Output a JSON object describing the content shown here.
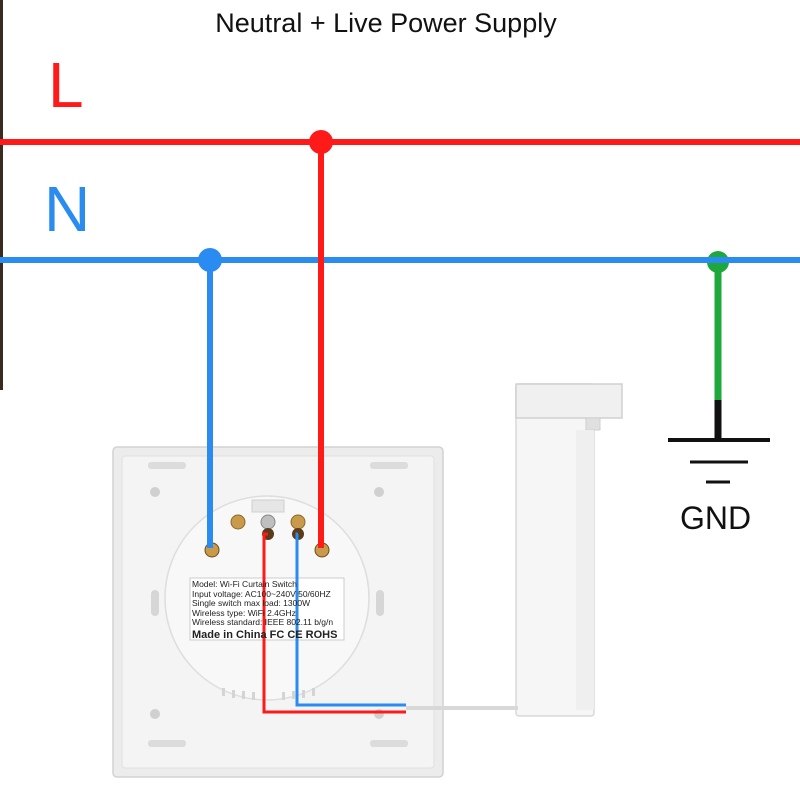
{
  "title": "Neutral + Live Power Supply",
  "labels": {
    "live": "L",
    "neutral": "N",
    "ground": "GND"
  },
  "colors": {
    "live": "#ff1a1a",
    "neutral": "#2a8cf0",
    "ground": "#1ea83c",
    "ground_symbol": "#111111"
  },
  "switch_label": {
    "model": "Model: Wi-Fi Curtain Switch",
    "input_voltage": "Input voltage: AC100~240V 50/60HZ",
    "max_load": "Single switch max load: 1300W",
    "wireless_type": "Wireless type: WiFi 2.4GHz",
    "wireless_standard": "Wireless standard: IEEE 802.11 b/g/n",
    "origin": "Made in China",
    "certifications": "FC CE ROHS"
  }
}
